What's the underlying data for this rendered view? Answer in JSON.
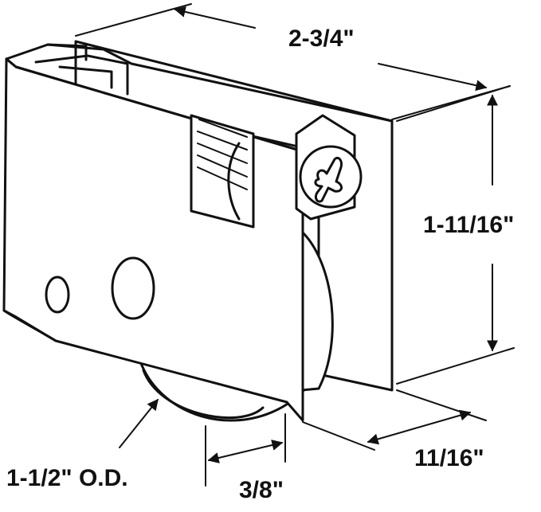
{
  "dimensions": {
    "length": "2-3/4\"",
    "height": "1-11/16\"",
    "depth": "11/16\"",
    "wheel_width": "3/8\"",
    "wheel_diameter": "1-1/2\" O.D."
  },
  "colors": {
    "line": "#111111",
    "background": "#ffffff"
  }
}
